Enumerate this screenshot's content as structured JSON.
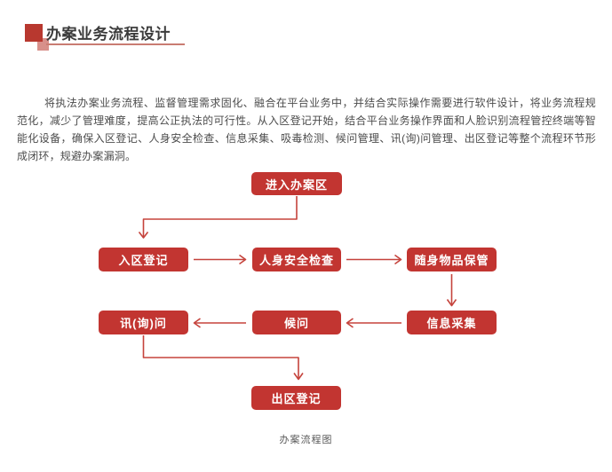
{
  "header": {
    "title": "办案业务流程设计"
  },
  "intro": {
    "text": "将执法办案业务流程、监督管理需求固化、融合在平台业务中，并结合实际操作需要进行软件设计，将业务流程规范化，减少了管理难度，提高公正执法的可行性。从入区登记开始，结合平台业务操作界面和人脸识别流程管控终端等智能化设备，确保入区登记、人身安全检查、信息采集、吸毒检测、候问管理、讯(询)问管理、出区登记等整个流程环节形成闭环，规避办案漏洞。"
  },
  "flowchart": {
    "caption": "办案流程图",
    "colors": {
      "node": "#C23531",
      "arrow": "#C5433C",
      "title_accent_dark": "#B8382F",
      "title_accent_light": "#D8908A",
      "title_underline": "#C97C72"
    },
    "nodes": {
      "enter": "进入办案区",
      "register_in": "入区登记",
      "security_check": "人身安全检查",
      "belongings_storage": "随身物品保管",
      "info_collection": "信息采集",
      "waiting": "候问",
      "interrogation": "讯(询)问",
      "register_out": "出区登记"
    },
    "edges": [
      {
        "from": "进入办案区",
        "to": "入区登记"
      },
      {
        "from": "入区登记",
        "to": "人身安全检查"
      },
      {
        "from": "人身安全检查",
        "to": "随身物品保管"
      },
      {
        "from": "随身物品保管",
        "to": "信息采集"
      },
      {
        "from": "信息采集",
        "to": "候问"
      },
      {
        "from": "候问",
        "to": "讯(询)问"
      },
      {
        "from": "讯(询)问",
        "to": "出区登记"
      }
    ]
  }
}
